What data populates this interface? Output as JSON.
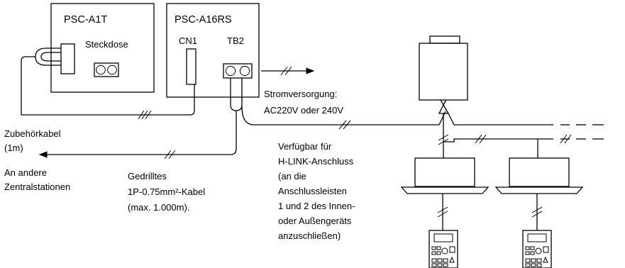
{
  "devices": {
    "a1t": {
      "title": "PSC-A1T",
      "socket_label": "Steckdose"
    },
    "a16rs": {
      "title": "PSC-A16RS",
      "cn1_label": "CN1",
      "tb2_label": "TB2"
    }
  },
  "labels": {
    "power_line1": "Stromversorgung:",
    "power_line2": "AC220V oder 240V",
    "accessory_line1": "Zubehörkabel",
    "accessory_line2": "(1m)",
    "other_line1": "An andere",
    "other_line2": "Zentralstationen",
    "twisted_line1": "Gedrilltes",
    "twisted_line2": "1P-0.75mm²-Kabel",
    "twisted_line3": "(max. 1.000m).",
    "hlink": [
      "Verfügbar für",
      "H-LINK-Anschluss",
      "(an die",
      "Anschlussleisten",
      "1 und 2 des Innen-",
      "oder Außengeräts",
      "anzuschließen)"
    ]
  },
  "icons": {
    "outdoor_unit": "outdoor-unit-icon",
    "indoor_unit": "cassette-indoor-unit-icon",
    "remote": "remote-controller-icon",
    "plug": "plug-connector-icon",
    "socket": "socket-outlet-icon",
    "terminal": "terminal-block-icon",
    "break_mark": "cable-break-mark-icon",
    "arrow": "arrow-icon"
  }
}
